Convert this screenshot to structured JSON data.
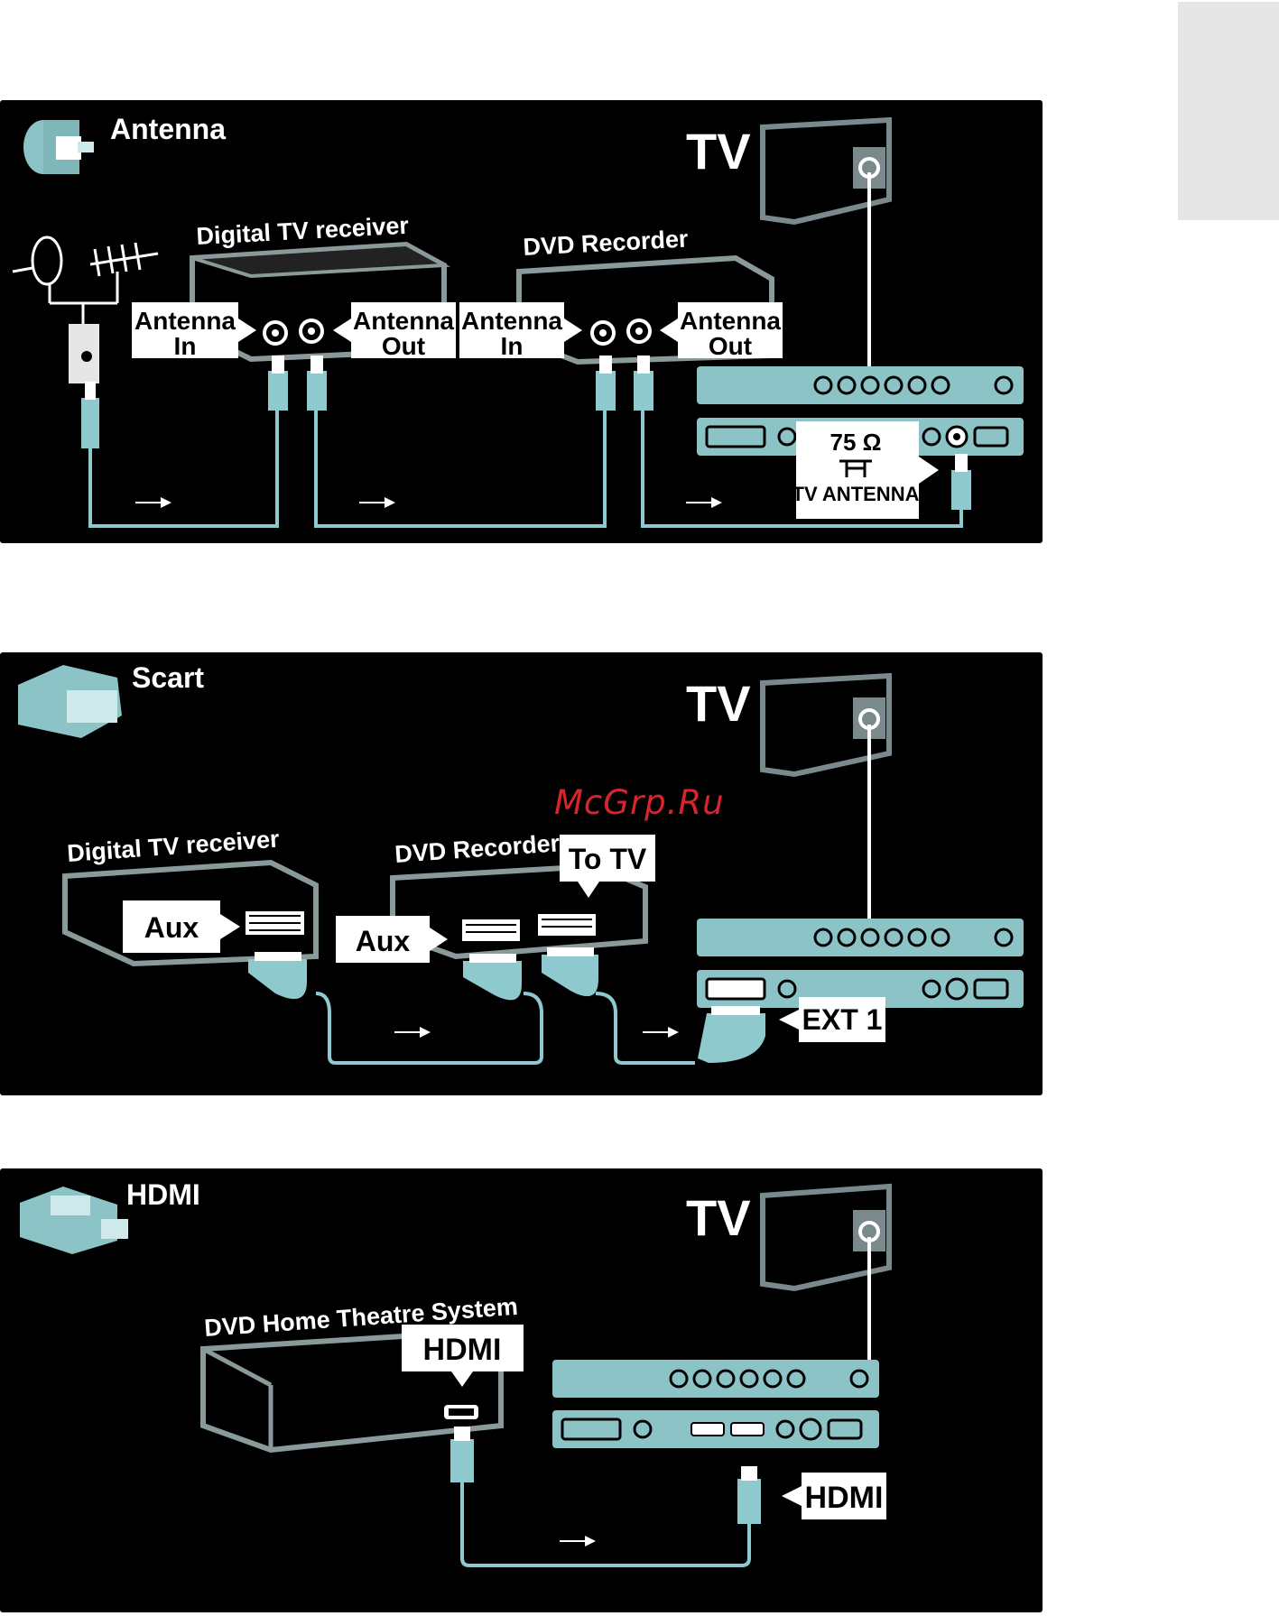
{
  "watermark": "McGrp.Ru",
  "colors": {
    "panel_bg": "#000000",
    "cable": "#8ec9cd",
    "device_fill": "#8cc3c6",
    "label_bg": "#ffffff",
    "watermark": "#d8242c"
  },
  "panels": {
    "antenna": {
      "title": "Antenna",
      "icon": "antenna-plug-icon",
      "tv_label": "TV",
      "receiver_title": "Digital TV receiver",
      "recorder_title": "DVD Recorder",
      "receiver_in": [
        "Antenna",
        "In"
      ],
      "receiver_out": [
        "Antenna",
        "Out"
      ],
      "recorder_in": [
        "Antenna",
        "In"
      ],
      "recorder_out": [
        "Antenna",
        "Out"
      ],
      "ohm_label": "75 Ω",
      "tv_antenna_label": "TV ANTENNA"
    },
    "scart": {
      "title": "Scart",
      "icon": "scart-plug-icon",
      "tv_label": "TV",
      "receiver_title": "Digital TV receiver",
      "recorder_title": "DVD Recorder",
      "receiver_aux": "Aux",
      "recorder_aux": "Aux",
      "to_tv": "To TV",
      "ext_label": "EXT 1"
    },
    "hdmi": {
      "title": "HDMI",
      "icon": "hdmi-plug-icon",
      "tv_label": "TV",
      "device_title": "DVD Home Theatre System",
      "device_port_label": "HDMI",
      "tv_port_label": "HDMI"
    }
  }
}
